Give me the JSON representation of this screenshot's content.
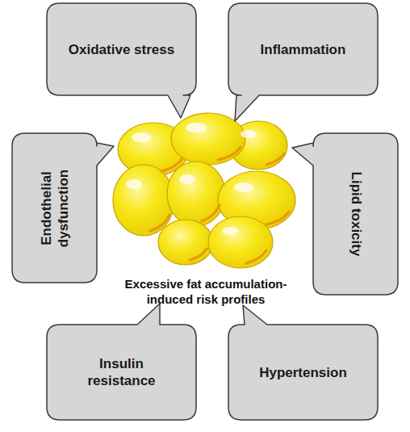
{
  "diagram": {
    "nodes": [
      {
        "text": [
          "Oxidative stress"
        ]
      },
      {
        "text": [
          "Inflammation"
        ]
      },
      {
        "text": [
          "Endothelial dysfunction"
        ]
      },
      {
        "text": [
          "Lipid toxicity"
        ]
      },
      {
        "text": [
          "Insulin resistance"
        ]
      },
      {
        "text": [
          "Hypertension"
        ]
      }
    ],
    "labels": [
      "Excessive fat accumulation-induced risk profiles"
    ]
  }
}
